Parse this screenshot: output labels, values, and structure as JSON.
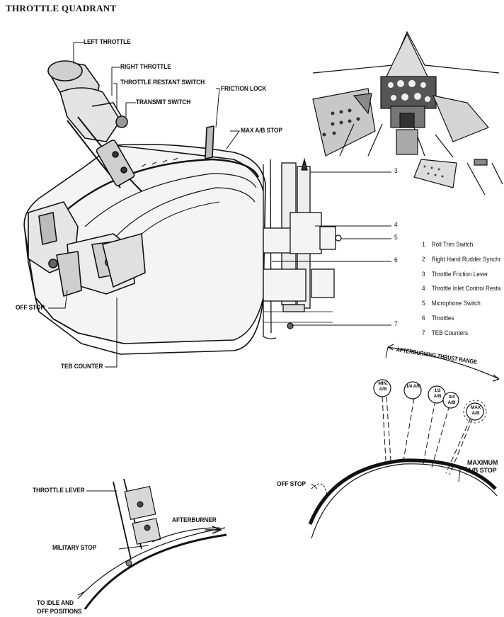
{
  "title": "THROTTLE QUADRANT",
  "main_diagram": {
    "labels": {
      "left_throttle": "LEFT THROTTLE",
      "right_throttle": "RIGHT THROTTLE",
      "restant_switch": "THROTTLE RESTANT SWITCH",
      "transmit_switch": "TRANSMIT SWITCH",
      "friction_lock": "FRICTION LOCK",
      "max_ab_stop": "MAX A/B STOP",
      "off_stop": "OFF STOP",
      "teb_counter": "TEB COUNTER"
    }
  },
  "detail_diagram": {
    "callouts": [
      "3",
      "4",
      "5",
      "6",
      "7"
    ]
  },
  "legend": [
    {
      "num": "1",
      "text": "Roll Trim Switch"
    },
    {
      "num": "2",
      "text": "Right Hand Rudder Synchr"
    },
    {
      "num": "3",
      "text": "Throttle Friction Lever"
    },
    {
      "num": "4",
      "text": "Throttle Inlet Control Resta"
    },
    {
      "num": "5",
      "text": "Microphone Switch"
    },
    {
      "num": "6",
      "text": "Throttles"
    },
    {
      "num": "7",
      "text": "TEB Counters"
    }
  ],
  "arc_diagram": {
    "range_label": "AFTERBURNING THRUST RANGE",
    "positions": [
      "MIN. A/B",
      "1/4 A/B",
      "1/2 A/B",
      "3/4 A/B",
      "MAX A/B"
    ],
    "maximum_stop": "MAXIMUM A/B STOP",
    "off_stop": "OFF STOP"
  },
  "lever_diagram": {
    "throttle_lever": "THROTTLE LEVER",
    "afterburner": "AFTERBURNER",
    "military_stop": "MILITARY STOP",
    "to_idle": "TO IDLE AND",
    "off_positions": "OFF POSITIONS"
  }
}
